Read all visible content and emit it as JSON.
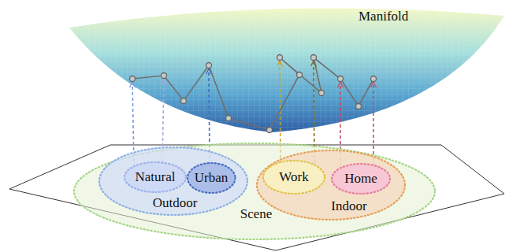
{
  "diagram": {
    "nodes": [
      {
        "text": [
          "Scene"
        ]
      },
      {
        "text": [
          "Outdoor"
        ],
        "in": 0
      },
      {
        "text": [
          "Natural"
        ],
        "in": 1
      },
      {
        "text": [
          "Urban"
        ],
        "in": 1
      },
      {
        "text": [
          "Indoor"
        ],
        "in": 0
      },
      {
        "text": [
          "Work"
        ],
        "in": 4
      },
      {
        "text": [
          "Home"
        ],
        "in": 4
      }
    ],
    "labels": [
      "Manifold"
    ]
  }
}
